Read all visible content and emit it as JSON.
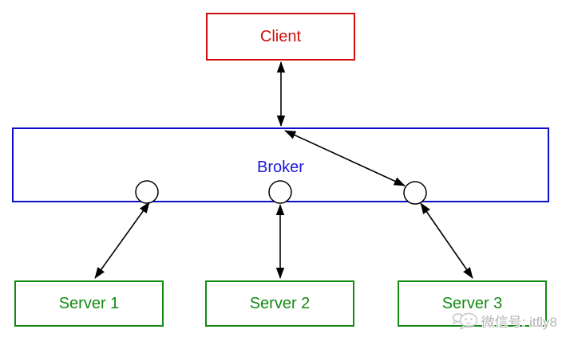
{
  "diagram": {
    "client": {
      "label": "Client",
      "color": "#cc0f0f"
    },
    "broker": {
      "label": "Broker",
      "color": "#0d0dcc",
      "port_count": 3
    },
    "servers": [
      {
        "label": "Server 1"
      },
      {
        "label": "Server 2"
      },
      {
        "label": "Server 3"
      }
    ],
    "server_color": "#128a12",
    "edge_color": "#000000",
    "connections": [
      "Client <-> Broker",
      "Broker top <-> Broker port 3",
      "Broker port 1 <-> Server 1",
      "Broker port 2 <-> Server 2",
      "Broker port 3 <-> Server 3"
    ]
  },
  "watermark": {
    "text": "微信号: itfly8"
  }
}
